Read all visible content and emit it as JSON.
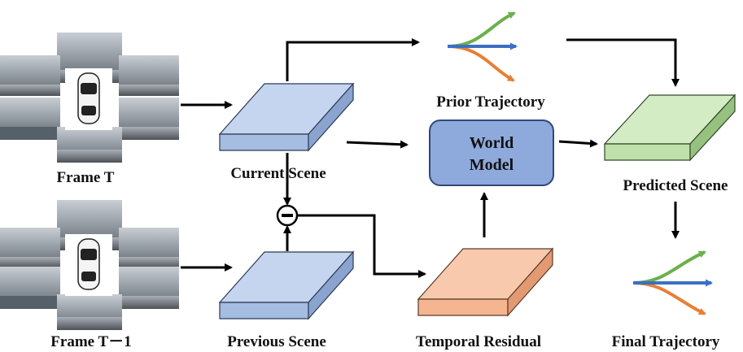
{
  "labels": {
    "frame_t": "Frame T",
    "frame_t_minus_1": "Frame T－1",
    "current_scene": "Current Scene",
    "previous_scene": "Previous Scene",
    "prior_trajectory": "Prior Trajectory",
    "world_model_line1": "World",
    "world_model_line2": "Model",
    "predicted_scene": "Predicted Scene",
    "temporal_residual": "Temporal Residual",
    "final_trajectory": "Final Trajectory"
  },
  "colors": {
    "current_scene": "#c6d5ef",
    "previous_scene": "#c6d5ef",
    "predicted_scene": "#d3ecc4",
    "temporal_residual": "#f8c9ad",
    "world_model": "#8eaadc",
    "traj_green": "#6ab04c",
    "traj_blue": "#3b6fc4",
    "traj_orange": "#e87f35"
  },
  "icons": {
    "subtract_operator": "minus-circle-icon",
    "ego_vehicle": "car-topview-icon"
  }
}
